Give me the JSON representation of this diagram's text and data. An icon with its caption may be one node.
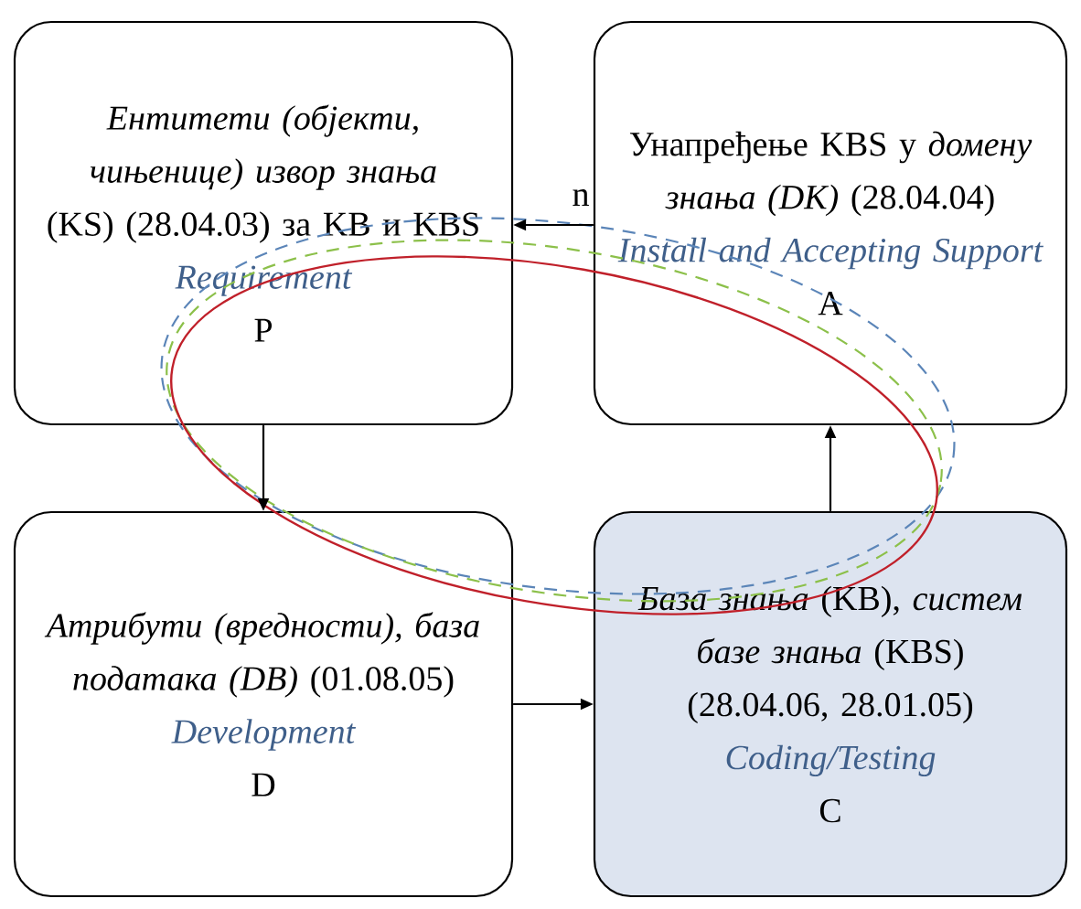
{
  "diagram": {
    "nodes": [
      {
        "text": [
          "*Ентитети (објекти, чињенице) извор знања* (KS) (28.04.03) за KB и KBS",
          "Requirement",
          "P"
        ]
      },
      {
        "text": [
          "Унапређење KBS у *домену знања (DK)* (28.04.04)",
          "Install and Accepting Support",
          "A"
        ]
      },
      {
        "text": [
          "*Атрибути (вредности), база података (DB)* (01.08.05)",
          "Development",
          "D"
        ]
      },
      {
        "text": [
          "*База знања* (KB), *систем базе знања* (KBS) (28.04.06, 28.01.05)",
          "Coding/Testing",
          "C"
        ]
      }
    ],
    "edges": [
      {
        "from": 0,
        "to": 2,
        "arrow": "to"
      },
      {
        "from": 2,
        "to": 3,
        "arrow": "to"
      },
      {
        "from": 3,
        "to": 1,
        "arrow": "to"
      },
      {
        "from": 1,
        "to": 0,
        "arrow": "to",
        "label": "n"
      }
    ]
  }
}
